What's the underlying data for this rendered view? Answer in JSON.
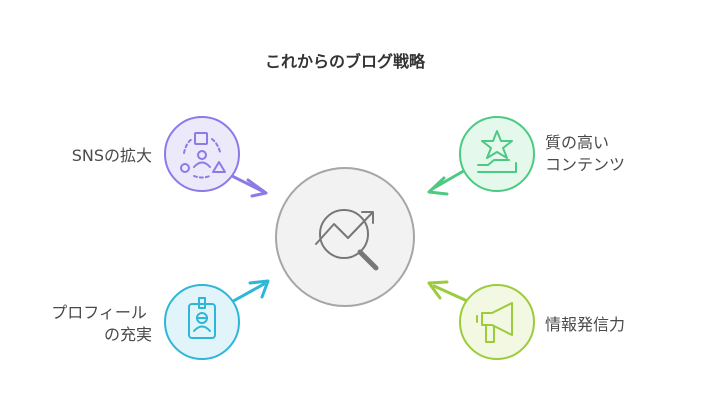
{
  "title": "これからのブログ戦略",
  "center": {
    "icon": "growth-analysis-icon",
    "fill": "#f2f2f2",
    "stroke": "#a6a6a6"
  },
  "nodes": [
    {
      "id": "sns",
      "label_lines": [
        "SNSの拡大"
      ],
      "icon": "network-users-icon",
      "fill": "#ece9fb",
      "stroke": "#8c7ae6"
    },
    {
      "id": "quality",
      "label_lines": [
        "質の高い",
        "コンテンツ"
      ],
      "icon": "star-award-icon",
      "fill": "#e4f8ec",
      "stroke": "#4cc982"
    },
    {
      "id": "profile",
      "label_lines": [
        "プロフィール",
        "の充実"
      ],
      "icon": "id-badge-icon",
      "fill": "#e0f4fa",
      "stroke": "#2eb6d9"
    },
    {
      "id": "publish",
      "label_lines": [
        "情報発信力"
      ],
      "icon": "megaphone-icon",
      "fill": "#f2f8e2",
      "stroke": "#9ccb3b"
    }
  ]
}
